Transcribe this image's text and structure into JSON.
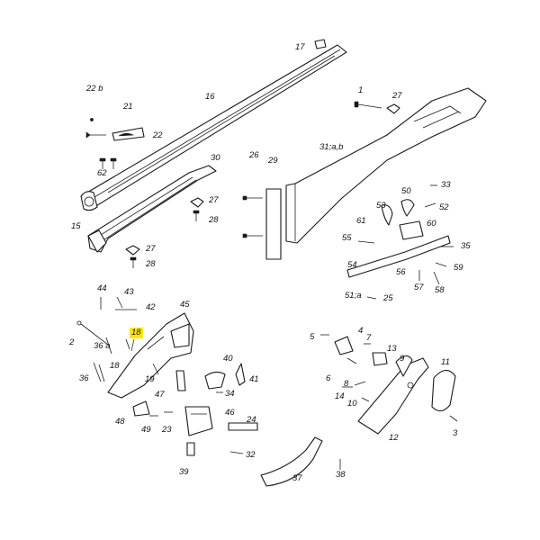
{
  "diagram": {
    "highlight_color": "#ffe600",
    "labels": {
      "l1": "1",
      "l2": "2",
      "l3": "3",
      "l4": "4",
      "l5": "5",
      "l6": "6",
      "l7": "7",
      "l8": "8",
      "l9": "9",
      "l10": "10",
      "l11": "11",
      "l12": "12",
      "l13": "13",
      "l14": "14",
      "l15": "15",
      "l16": "16",
      "l17": "17",
      "l18": "18",
      "l19": "19",
      "l21": "21",
      "l22": "22",
      "l22b": "22 b",
      "l23": "23",
      "l24": "24",
      "l25": "25",
      "l26": "26",
      "l27a": "27",
      "l27b": "27",
      "l27c": "27",
      "l28a": "28",
      "l28b": "28",
      "l29": "29",
      "l30": "30",
      "l31": "31;a,b",
      "l32": "32",
      "l33": "33",
      "l34": "34",
      "l35": "35",
      "l36": "36",
      "l36a": "36 a",
      "l37": "37",
      "l38": "38",
      "l39": "39",
      "l40": "40",
      "l41": "41",
      "l42": "42",
      "l43": "43",
      "l44": "44",
      "l45": "45",
      "l46": "46",
      "l47": "47",
      "l48": "48",
      "l49": "49",
      "l50": "50",
      "l51": "51;a",
      "l52": "52",
      "l53": "53",
      "l54": "54",
      "l55": "55",
      "l56": "56",
      "l57": "57",
      "l58": "58",
      "l59": "59",
      "l60": "60",
      "l61": "61",
      "l62": "62"
    }
  }
}
